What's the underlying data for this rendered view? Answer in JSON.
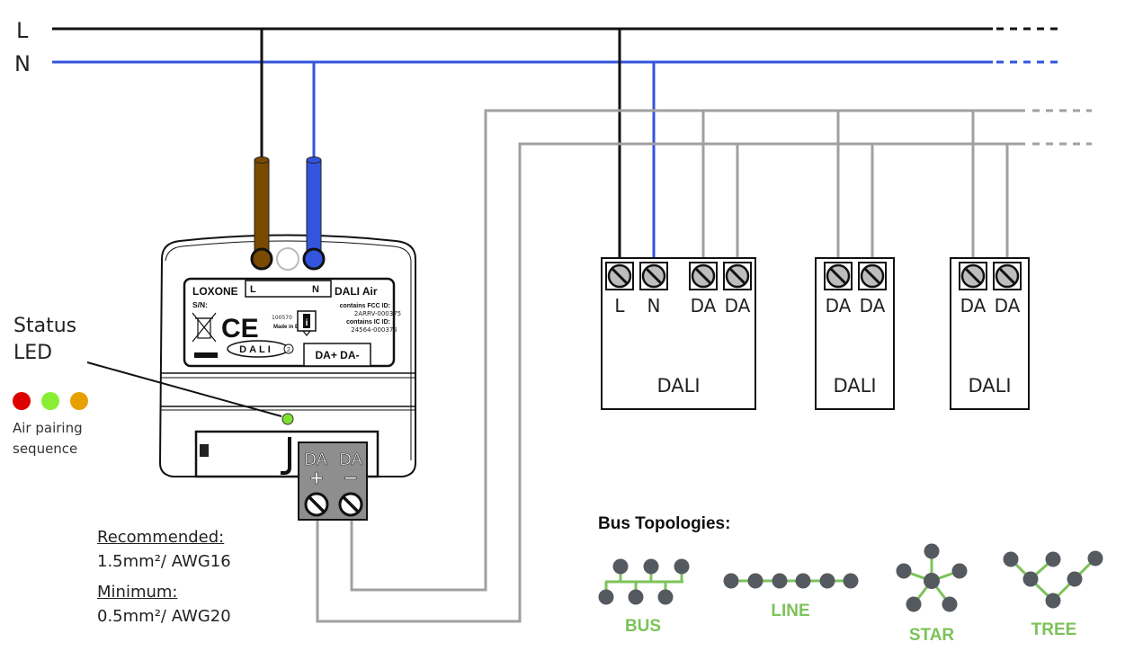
{
  "mains": {
    "line_label": "L",
    "neutral_label": "N",
    "line_color": "#111111",
    "neutral_color": "#3355dd",
    "bus_color": "#a0a0a0"
  },
  "device": {
    "brand": "LOXONE",
    "product": "DALI Air",
    "terminal_l": "L",
    "terminal_n": "N",
    "serial_label": "S/N:",
    "article_number": "100570",
    "made_in": "Made in EU",
    "fcc_label": "contains FCC ID:",
    "fcc_id": "2ARRV-000375",
    "ic_label": "contains IC ID:",
    "ic_id": "24564-000375",
    "dali_logo": "DALI",
    "dali_version": "2",
    "bus_terminals_label": "DA+ DA-",
    "ce_mark": "CE",
    "terminal_block": {
      "left_top": "DA",
      "left_sign": "+",
      "right_top": "DA",
      "right_sign": "−"
    },
    "led_color": "#7fe030",
    "brown_wire_color": "#7a4a00",
    "blue_wire_color": "#3355dd"
  },
  "status_led": {
    "title_line1": "Status",
    "title_line2": "LED",
    "sequence_colors": [
      "#dd0000",
      "#88ee33",
      "#e8a000"
    ],
    "sequence_label_line1": "Air pairing",
    "sequence_label_line2": "sequence"
  },
  "wire_specs": {
    "recommended_label": "Recommended:",
    "recommended_value": "1.5mm²/ AWG16",
    "minimum_label": "Minimum:",
    "minimum_value": "0.5mm²/ AWG20"
  },
  "dali_devices": [
    {
      "terminals": [
        "L",
        "N",
        "DA",
        "DA"
      ],
      "name": "DALI"
    },
    {
      "terminals": [
        "DA",
        "DA"
      ],
      "name": "DALI"
    },
    {
      "terminals": [
        "DA",
        "DA"
      ],
      "name": "DALI"
    }
  ],
  "topologies": {
    "title": "Bus Topologies:",
    "accent": "#7cc35a",
    "node_color": "#555a60",
    "items": [
      {
        "name": "BUS"
      },
      {
        "name": "LINE"
      },
      {
        "name": "STAR"
      },
      {
        "name": "TREE"
      }
    ]
  }
}
